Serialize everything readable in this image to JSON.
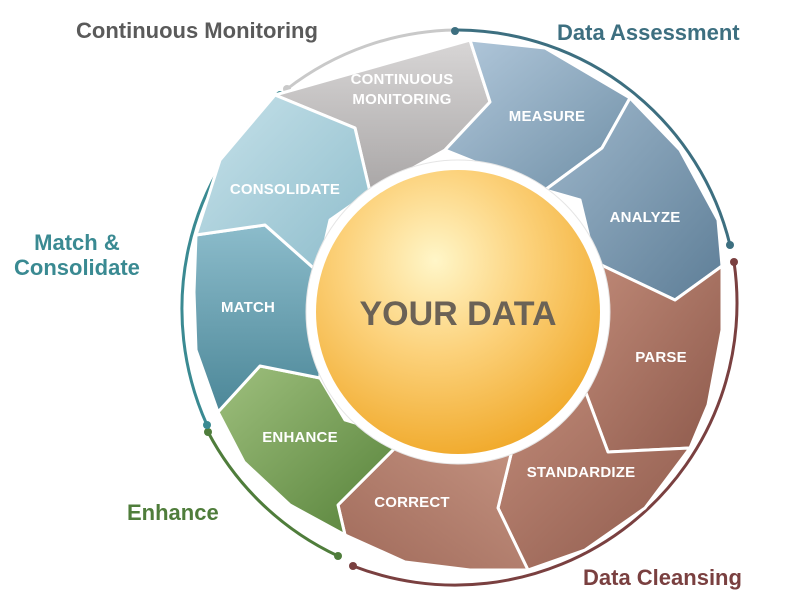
{
  "center": {
    "label": "YOUR DATA"
  },
  "phases": {
    "monitoring": "Continuous Monitoring",
    "assessment": "Data Assessment",
    "match_line1": "Match &",
    "match_line2": "Consolidate",
    "enhance": "Enhance",
    "cleansing": "Data Cleansing"
  },
  "steps": {
    "continuous_line1": "CONTINUOUS",
    "continuous_line2": "MONITORING",
    "measure": "MEASURE",
    "analyze": "ANALYZE",
    "parse": "PARSE",
    "standardize": "STANDARDIZE",
    "correct": "CORRECT",
    "enhance": "ENHANCE",
    "match": "MATCH",
    "consolidate": "CONSOLIDATE"
  },
  "colors": {
    "monitoring": "#5a5a5a",
    "assessment": "#3d6f80",
    "match": "#3a8a92",
    "enhance": "#4f7d3b",
    "cleansing": "#7a4040",
    "center_text": "#6b6256"
  }
}
